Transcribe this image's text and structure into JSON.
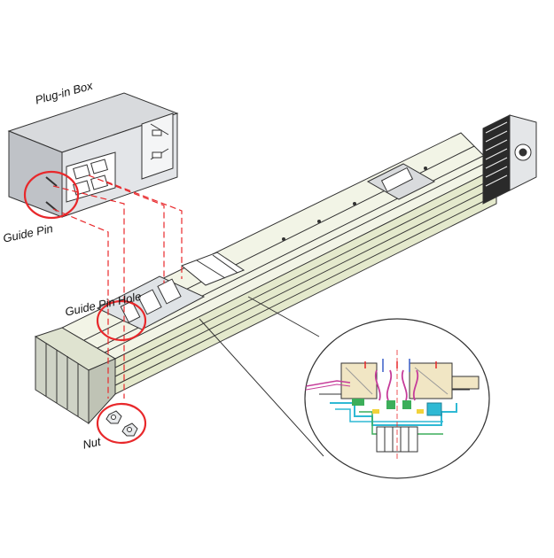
{
  "labels": {
    "plug_in_box": "Plug-in Box",
    "guide_pin": "Guide Pin",
    "guide_pin_hole": "Guide Pin Hole",
    "nut": "Nut"
  },
  "colors": {
    "highlight_circle": "#e8282b",
    "dashed_lead": "#e8282b",
    "busway_body": "#e9edd4",
    "box_body": "#c9ccd1",
    "outline": "#333333",
    "detail_cyan": "#2fb9d4",
    "detail_green": "#3cae5a",
    "detail_magenta": "#c63c9a",
    "detail_yellow": "#f2d23a"
  }
}
